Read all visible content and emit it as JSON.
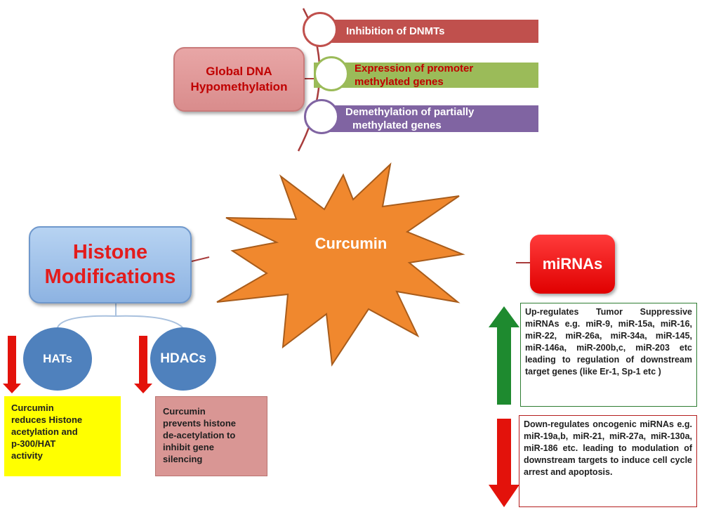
{
  "global_dna": {
    "lines": [
      "Global DNA",
      "Hypomethylation"
    ]
  },
  "methylation_effects": [
    {
      "lines": [
        "Inhibition of DNMTs"
      ],
      "color": "#c0504d"
    },
    {
      "lines": [
        "Expression of promoter",
        "methylated genes"
      ],
      "color": "#9bbb59"
    },
    {
      "lines": [
        "Demethylation of partially",
        "methylated genes"
      ],
      "color": "#8064a2"
    }
  ],
  "center": {
    "label": "Curcumin",
    "color": "#f0882e"
  },
  "histone": {
    "lines": [
      "Histone",
      "Modifications"
    ],
    "hats": {
      "label": "HATs",
      "note_lines": [
        "Curcumin",
        "reduces Histone",
        "acetylation and",
        "p-300/HAT",
        "activity"
      ]
    },
    "hdacs": {
      "label": "HDACs",
      "note_lines": [
        "Curcumin",
        "prevents histone",
        "de-acetylation to",
        "inhibit gene",
        "silencing"
      ]
    }
  },
  "mirnas": {
    "label": "miRNAs",
    "up": "Up-regulates Tumor Suppressive miRNAs e.g. miR-9, miR-15a, miR-16, miR-22, miR-26a, miR-34a, miR-145, miR-146a, miR-200b,c, miR-203 etc leading to regulation of downstream target genes (like Er-1, Sp-1 etc )",
    "down": "Down-regulates oncogenic miRNAs e.g. miR-19a,b, miR-21, miR-27a, miR-130a, miR-186 etc. leading to modulation of downstream targets to induce cell cycle arrest and apoptosis."
  },
  "icons": {
    "up_arrow": "up-arrow-icon",
    "down_arrow": "down-arrow-icon",
    "starburst": "starburst-shape"
  },
  "colors": {
    "arrow_red": "#e3120b",
    "arrow_green": "#1e8a2f",
    "histone_text": "#e31c1c",
    "enzyme_blue": "#4f81bd"
  }
}
